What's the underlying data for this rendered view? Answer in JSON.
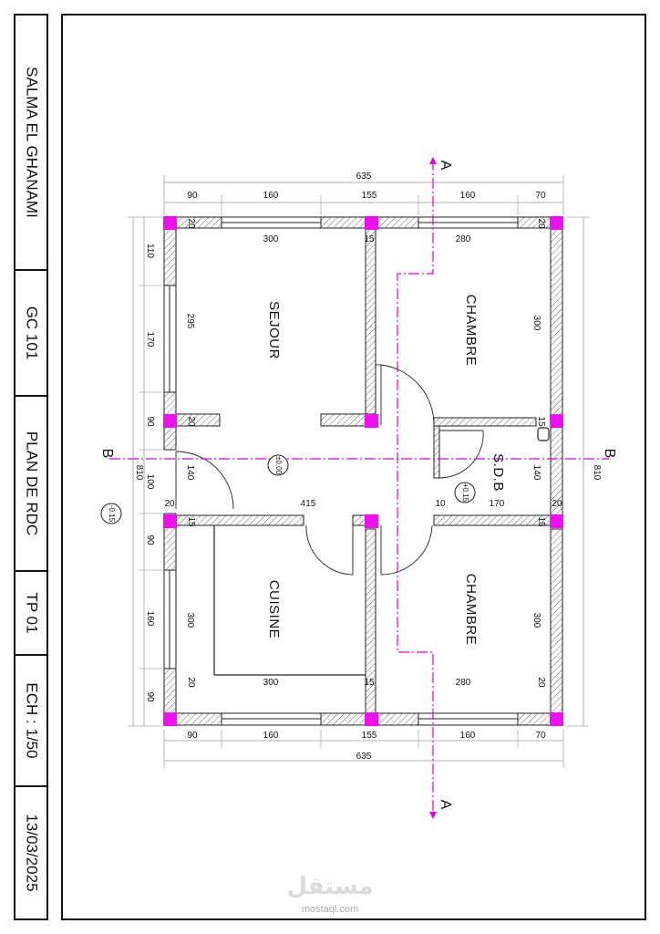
{
  "title_block": {
    "author": "SALMA EL GHANAMI",
    "course": "GC 101",
    "drawing": "PLAN DE RDC",
    "assignment": "TP 01",
    "scale": "ECH : 1/50",
    "date": "13/03/2025"
  },
  "plan": {
    "rooms": {
      "sejour": "SEJOUR",
      "chambre_top": "CHAMBRE",
      "sdb": "S.D.B",
      "cuisine": "CUISINE",
      "chambre_bottom": "CHAMBRE"
    },
    "section_labels": {
      "a": "A",
      "b": "B"
    },
    "levels": {
      "outside": "-0.15",
      "hall": "±0.00",
      "sdb": "+0.15"
    },
    "dims_top": {
      "total": "635",
      "segments": [
        "90",
        "160",
        "155",
        "160",
        "70"
      ]
    },
    "dims_bottom": {
      "total": "635",
      "segments": [
        "90",
        "160",
        "155",
        "160",
        "70"
      ]
    },
    "dims_left": {
      "total": "810",
      "segments": [
        "110",
        "170",
        "90",
        "100",
        "90",
        "160",
        "90"
      ]
    },
    "dims_right": {
      "total": "810"
    },
    "interior": {
      "sejour_width": "300",
      "sejour_height": "295",
      "chambre_top_width": "280",
      "chambre_top_height": "300",
      "hall_depth": "140",
      "hall_width": "415",
      "sdb_width": "170",
      "sdb_height": "140",
      "sdb_gap": "10",
      "cuisine_width": "300",
      "cuisine_height": "300",
      "chambre_bottom_width": "280",
      "chambre_bottom_height": "300",
      "wall_20": "20",
      "wall_15": "15"
    }
  },
  "watermark": {
    "brand": "mostaql.com"
  },
  "colors": {
    "column": "#ee10ee",
    "axis": "#dd00dd",
    "line": "#111111"
  }
}
